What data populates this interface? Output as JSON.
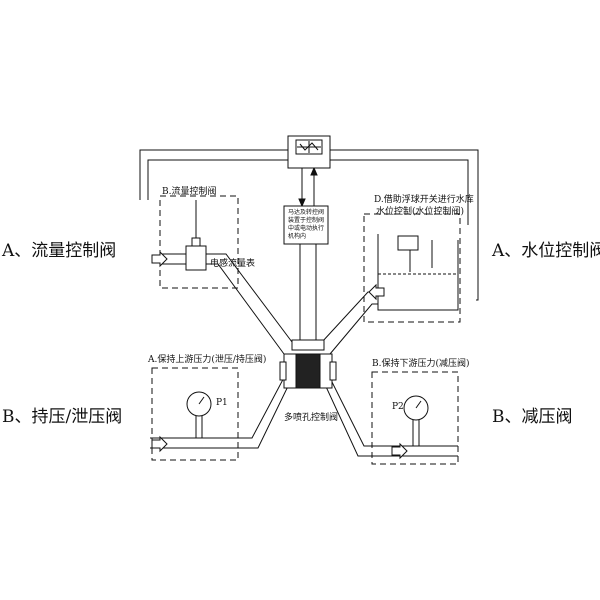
{
  "side_labels": {
    "left_top": "A、流量控制阀",
    "left_bottom": "B、持压/泄压阀",
    "right_top": "A、水位控制阀",
    "right_bottom": "B、减压阀"
  },
  "boxes": {
    "flow": "B.流量控制阀",
    "flow_meter": "电感流量表",
    "level_line1": "D.借助浮球开关进行水库",
    "level_line2": "水位控制(水位控制阀)",
    "upstream": "A.保持上游压力(泄压/持压阀)",
    "downstream": "B.保持下游压力(减压阀)",
    "gauge_left": "P1",
    "gauge_right": "P2",
    "valve": "多喷孔控制阀"
  },
  "actuator_note": [
    "马达及转控阀",
    "装置于控制阀",
    "中或电动执行",
    "机构内"
  ]
}
